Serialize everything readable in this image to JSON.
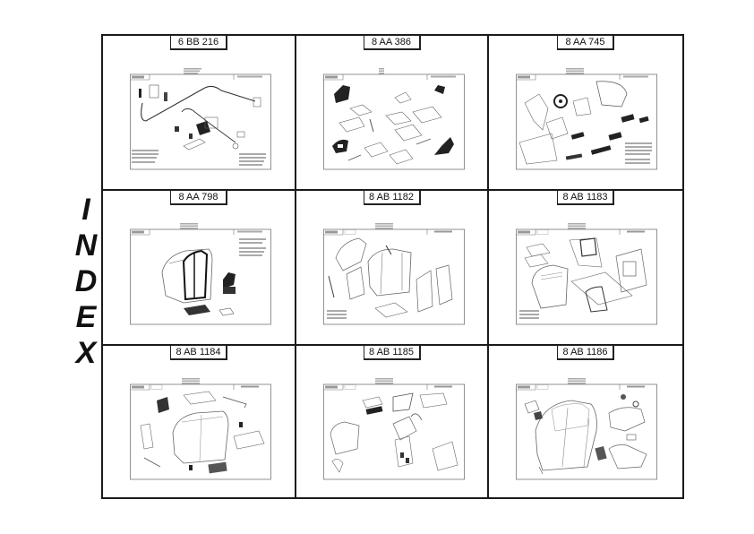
{
  "index_title": {
    "letters": [
      "I",
      "N",
      "D",
      "E",
      "X"
    ]
  },
  "sheets": [
    {
      "ref": "6 BB 216",
      "drawing": "cable-harness-route"
    },
    {
      "ref": "8 AA 386",
      "drawing": "seat-exploded"
    },
    {
      "ref": "8 AA 745",
      "drawing": "dashboard-steering-exploded"
    },
    {
      "ref": "8 AA 798",
      "drawing": "cab-assembly-with-seat"
    },
    {
      "ref": "8 AB 1182",
      "drawing": "cab-glazing-doors"
    },
    {
      "ref": "8 AB 1183",
      "drawing": "cab-roof-door-panels"
    },
    {
      "ref": "8 AB 1184",
      "drawing": "cab-frame-roof-mats"
    },
    {
      "ref": "8 AB 1185",
      "drawing": "cab-trim-components"
    },
    {
      "ref": "8 AB 1186",
      "drawing": "cab-frame-console"
    }
  ],
  "colors": {
    "border": "#1a1a1a",
    "line_art": "#555555",
    "fill_dark": "#222222"
  }
}
